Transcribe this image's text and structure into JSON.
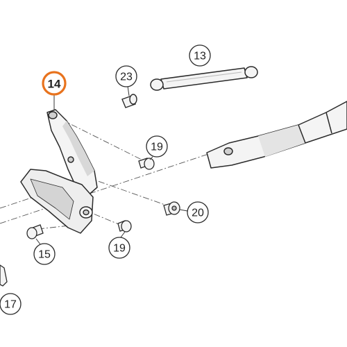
{
  "colors": {
    "highlight": "#e8731e",
    "outline": "#2a2a2a",
    "fill": "#f4f4f4",
    "shade": "#cfcfcf",
    "leader": "#333333"
  },
  "callouts": {
    "c14": "14",
    "c13": "13",
    "c23": "23",
    "c19a": "19",
    "c20": "20",
    "c15": "15",
    "c19b": "19",
    "c17": "17"
  }
}
